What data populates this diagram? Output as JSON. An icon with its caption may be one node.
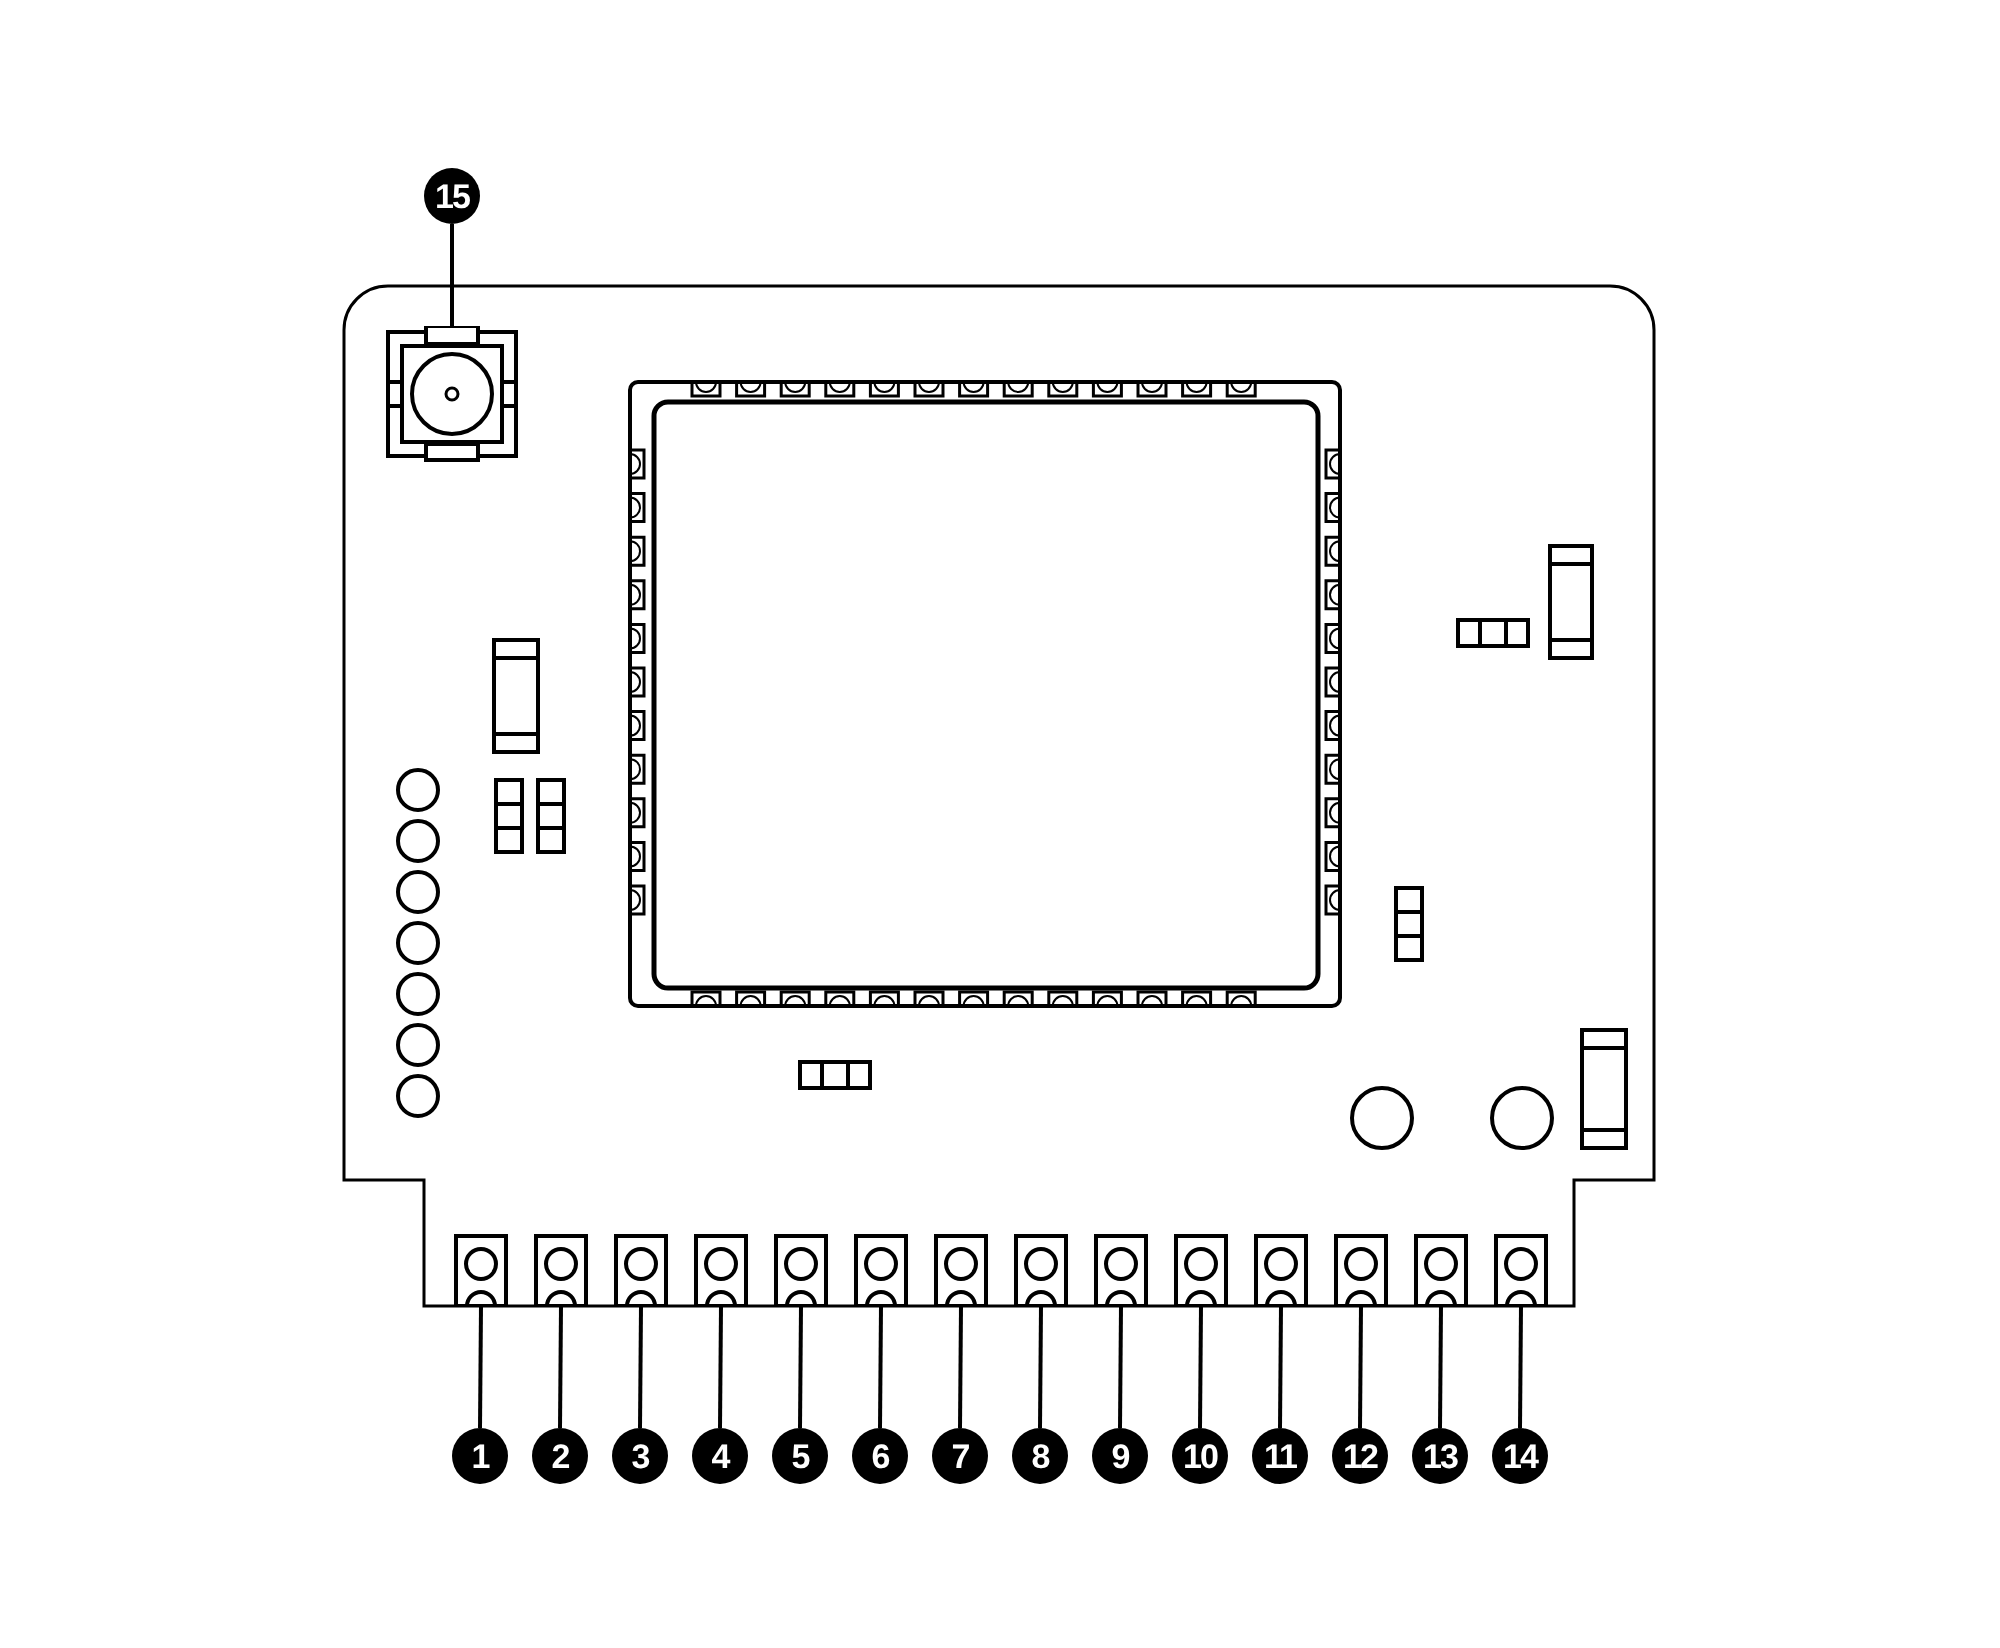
{
  "diagram": {
    "nodes": [
      {
        "text": [
          "1"
        ]
      },
      {
        "text": [
          "2"
        ]
      },
      {
        "text": [
          "3"
        ]
      },
      {
        "text": [
          "4"
        ]
      },
      {
        "text": [
          "5"
        ]
      },
      {
        "text": [
          "6"
        ]
      },
      {
        "text": [
          "7"
        ]
      },
      {
        "text": [
          "8"
        ]
      },
      {
        "text": [
          "9"
        ]
      },
      {
        "text": [
          "10"
        ]
      },
      {
        "text": [
          "11"
        ]
      },
      {
        "text": [
          "12"
        ]
      },
      {
        "text": [
          "13"
        ]
      },
      {
        "text": [
          "14"
        ]
      },
      {
        "text": [
          "15"
        ]
      },
      {
        "text": [],
        "shape": "box"
      },
      {
        "text": [],
        "shape": "box"
      },
      {
        "text": [],
        "shape": "box"
      },
      {
        "text": [],
        "shape": "box"
      },
      {
        "text": [],
        "shape": "box"
      },
      {
        "text": [],
        "shape": "box"
      },
      {
        "text": [],
        "shape": "box"
      },
      {
        "text": [],
        "shape": "box"
      },
      {
        "text": [],
        "shape": "box"
      },
      {
        "text": [],
        "shape": "box"
      },
      {
        "text": [],
        "shape": "box"
      },
      {
        "text": [],
        "shape": "box"
      },
      {
        "text": [],
        "shape": "box"
      },
      {
        "text": [],
        "shape": "box"
      },
      {
        "text": [],
        "shape": "picture"
      }
    ],
    "edges": [
      {
        "from": 0,
        "to": 15,
        "arrow": "none"
      },
      {
        "from": 1,
        "to": 16,
        "arrow": "none"
      },
      {
        "from": 2,
        "to": 17,
        "arrow": "none"
      },
      {
        "from": 3,
        "to": 18,
        "arrow": "none"
      },
      {
        "from": 4,
        "to": 19,
        "arrow": "none"
      },
      {
        "from": 5,
        "to": 20,
        "arrow": "none"
      },
      {
        "from": 6,
        "to": 21,
        "arrow": "none"
      },
      {
        "from": 7,
        "to": 22,
        "arrow": "none"
      },
      {
        "from": 8,
        "to": 23,
        "arrow": "none"
      },
      {
        "from": 9,
        "to": 24,
        "arrow": "none"
      },
      {
        "from": 10,
        "to": 25,
        "arrow": "none"
      },
      {
        "from": 11,
        "to": 26,
        "arrow": "none"
      },
      {
        "from": 12,
        "to": 27,
        "arrow": "none"
      },
      {
        "from": 13,
        "to": 28,
        "arrow": "none"
      },
      {
        "from": 14,
        "to": 29,
        "arrow": "none"
      }
    ]
  }
}
